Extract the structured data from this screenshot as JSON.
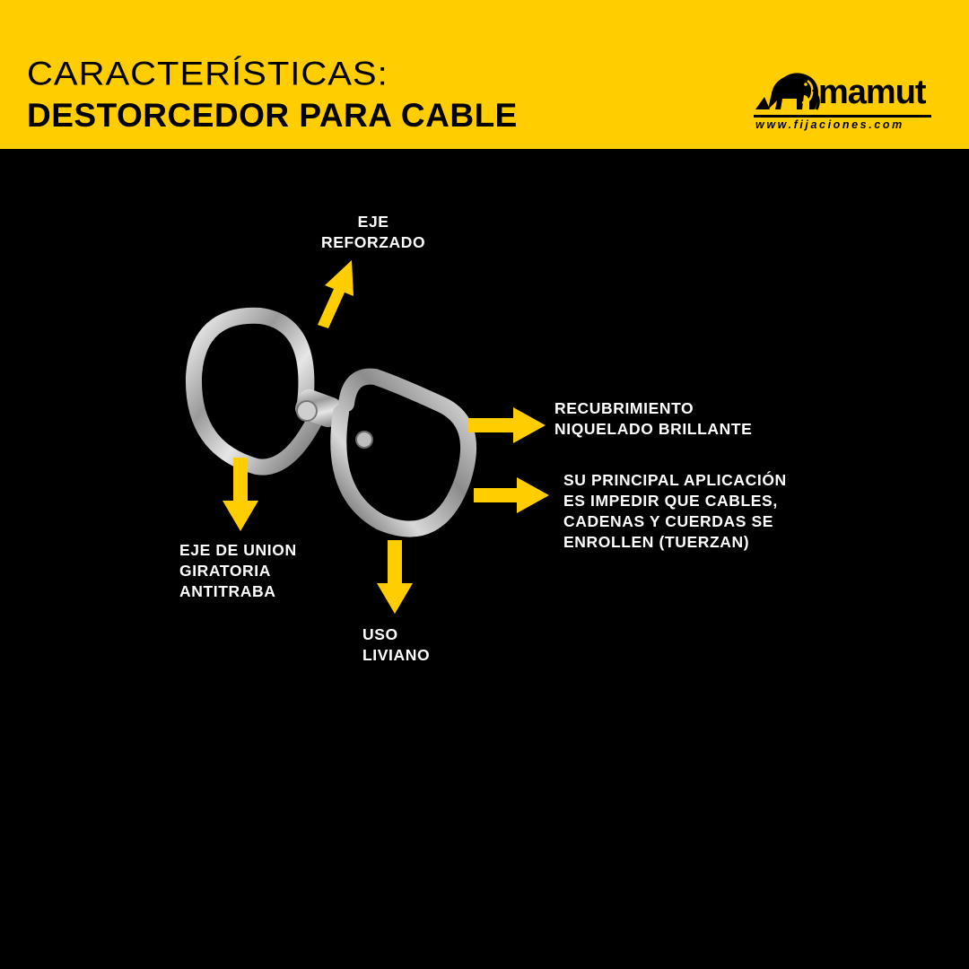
{
  "header": {
    "title_light": "CARACTERÍSTICAS:",
    "title_bold": "DESTORCEDOR PARA CABLE",
    "background_color": "#FFCD00"
  },
  "logo": {
    "brand": "mamut",
    "url": "www.fijaciones.com",
    "icon": "mammoth-icon"
  },
  "features": {
    "eje_reforzado": "EJE\nREFORZADO",
    "recubrimiento": "RECUBRIMIENTO\nNIQUELADO BRILLANTE",
    "aplicacion": "SU PRINCIPAL APLICACIÓN\nES IMPEDIR QUE CABLES,\nCADENAS Y CUERDAS SE\nENROLLEN (TUERZAN)",
    "eje_union": "EJE DE UNION\nGIRATORIA\nANTITRABA",
    "uso": "USO\nLIVIANO"
  },
  "colors": {
    "accent": "#FFCD00",
    "background": "#000000",
    "text": "#FFFFFF"
  }
}
